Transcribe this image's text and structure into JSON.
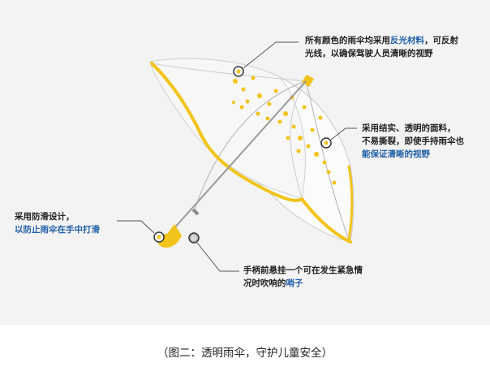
{
  "callouts": {
    "reflective": {
      "line1_pre": "所有颜色的雨伞均采用",
      "line1_hl": "反光材料",
      "line1_post": "，可反射",
      "line2": "光线，以确保驾驶人员清晰的视野"
    },
    "fabric": {
      "line1": "采用结实、透明的面料，",
      "line2": "不易撕裂，即使手持雨伞也",
      "line3_hl": "能保证清晰的视野"
    },
    "antislip": {
      "line1": "采用防滑设计，",
      "line2_hl": "以防止雨伞在手中打滑"
    },
    "whistle": {
      "line1": "手柄前悬挂一个可在发生紧急情",
      "line2_pre": "况时吹响的",
      "line2_hl": "哨子"
    }
  },
  "caption": "（图二：透明雨伞，守护儿童安全）",
  "colors": {
    "background": "#f3f3f3",
    "accent_yellow": "#f2c31a",
    "highlight_blue": "#1f5fa8",
    "leader_line": "#555555"
  }
}
